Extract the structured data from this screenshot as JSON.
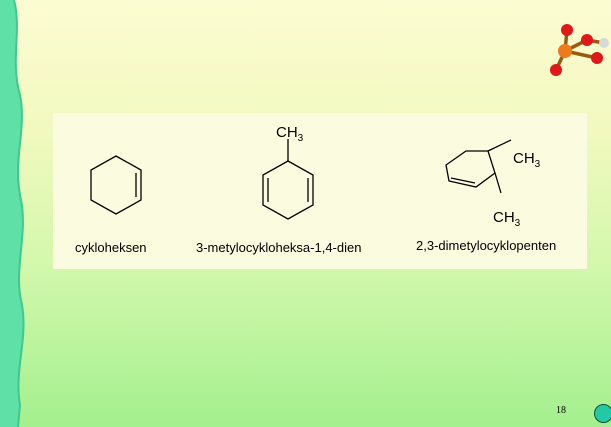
{
  "colors": {
    "band": "#5ee0a6",
    "band_shadow": "#3fc890",
    "phosphorus": "#ee7a1e",
    "oxygen": "#e01818",
    "hydrogen": "#d8d8d8",
    "navigation_button": "#21c9a4"
  },
  "molecules": [
    {
      "name": "cykloheksen",
      "groups": []
    },
    {
      "name": "3-metylocykloheksa-1,4-dien",
      "groups": [
        {
          "text": "CH",
          "subscript": "3"
        }
      ]
    },
    {
      "name": "2,3-dimetylocyklopenten",
      "groups": [
        {
          "text": "CH",
          "subscript": "3"
        },
        {
          "text": "CH",
          "subscript": "3"
        }
      ]
    }
  ],
  "icons": {
    "decoration": "phosphoric-acid-model-icon",
    "navigation": "circle-nav-icon"
  },
  "page_number": "18"
}
